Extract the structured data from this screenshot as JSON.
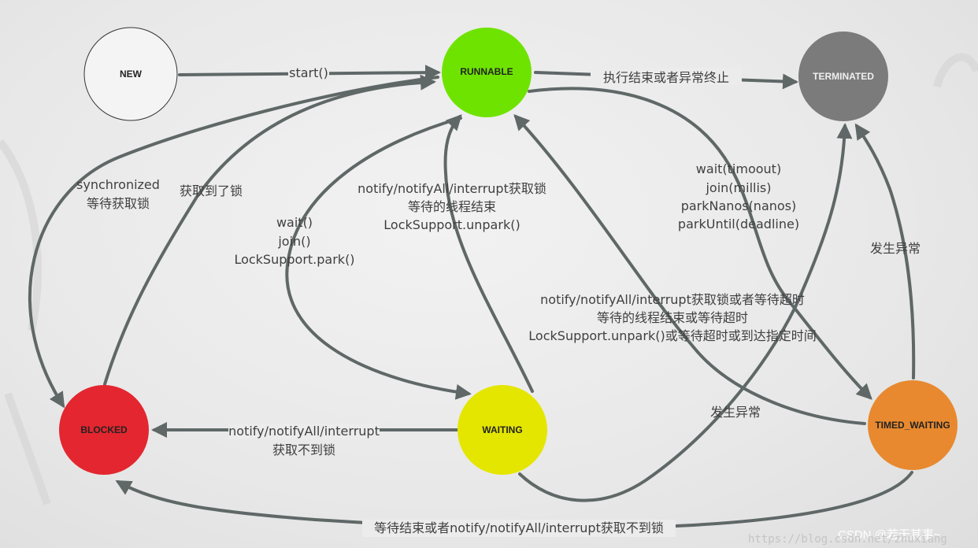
{
  "states": {
    "new": "NEW",
    "runnable": "RUNNABLE",
    "terminated": "TERMINATED",
    "blocked": "BLOCKED",
    "waiting": "WAITING",
    "timed_waiting": "TIMED_WAITING"
  },
  "colors": {
    "new": "#eeeeee",
    "runnable": "#6fe300",
    "terminated": "#7b7b7b",
    "blocked": "#e3262f",
    "waiting": "#e4e600",
    "timed_waiting": "#e8892f",
    "edge": "#5f6867"
  },
  "labels": {
    "start": "start()",
    "finish": "执行结束或者异常终止",
    "sync_1": "synchronized",
    "sync_2": "等待获取锁",
    "got_lock": "获取到了锁",
    "wait_1": "wait()",
    "wait_2": "join()",
    "wait_3": "LockSupport.park()",
    "notify_1": "notify/notifyAll/interrupt获取锁",
    "notify_2": "等待的线程结束",
    "notify_3": "LockSupport.unpark()",
    "timed_1": "wait(timoout)",
    "timed_2": "join(millis)",
    "timed_3": "parkNanos(nanos)",
    "timed_4": "parkUntil(deadline)",
    "center_1": "notify/notifyAll/interrupt获取锁或者等待超时",
    "center_2": "等待的线程结束或等待超时",
    "center_3": "LockSupport.unpark()或等待超时或到达指定时间",
    "exception_right": "发生异常",
    "exception_mid": "发生异常",
    "w2b_1": "notify/notifyAll/interrupt",
    "w2b_2": "获取不到锁",
    "bottom": "等待结束或者notify/notifyAll/interrupt获取不到锁"
  },
  "watermark": {
    "csdn": "CSDN @若无其事~",
    "url": "https://blog.csdn.net/zhuxiang"
  }
}
